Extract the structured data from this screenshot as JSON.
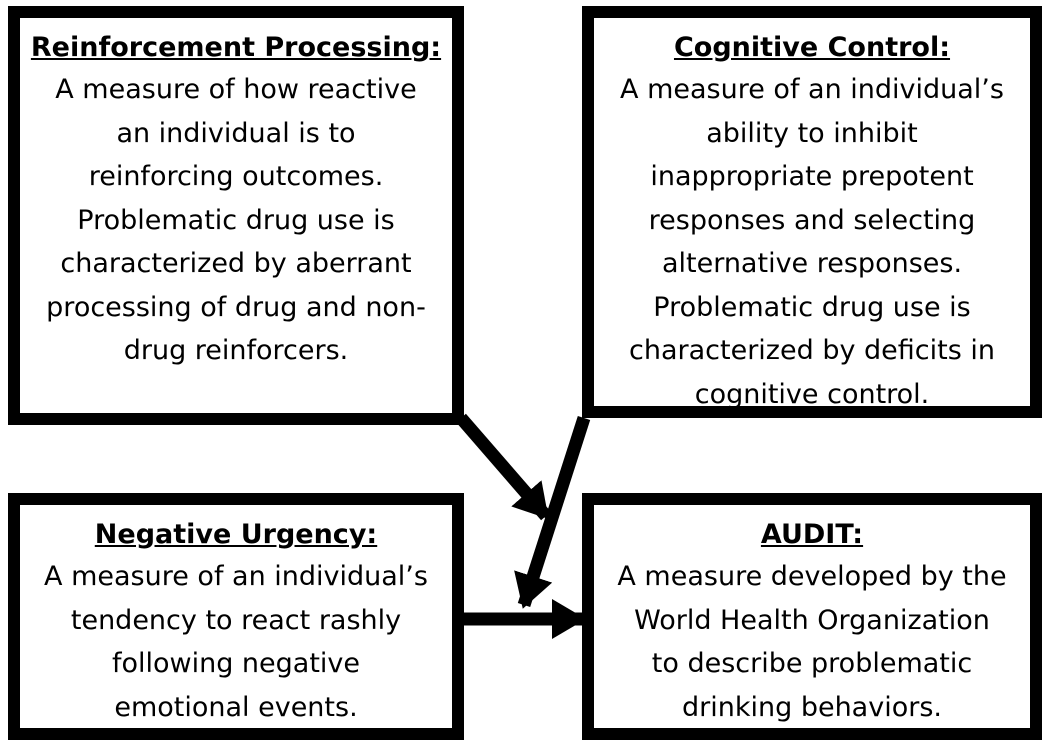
{
  "boxes": {
    "reinforcement": {
      "title": "Reinforcement Processing:",
      "body": "A measure of how reactive\nan individual is to\nreinforcing outcomes.\nProblematic drug use is\ncharacterized by aberrant\nprocessing of drug and non-\ndrug reinforcers."
    },
    "cognitive": {
      "title": "Cognitive Control:",
      "body": "A measure of an individual’s\nability to inhibit\ninappropriate prepotent\nresponses and selecting\nalternative responses.\nProblematic drug use is\ncharacterized by deficits in\ncognitive control."
    },
    "negative": {
      "title": "Negative Urgency:",
      "body": "A measure of an individual’s\ntendency to react rashly\nfollowing negative\nemotional events."
    },
    "audit": {
      "title": "AUDIT:",
      "body": "A measure developed by the\nWorld Health Organization\nto describe problematic\ndrinking behaviors."
    }
  },
  "connector_color": "#000000"
}
